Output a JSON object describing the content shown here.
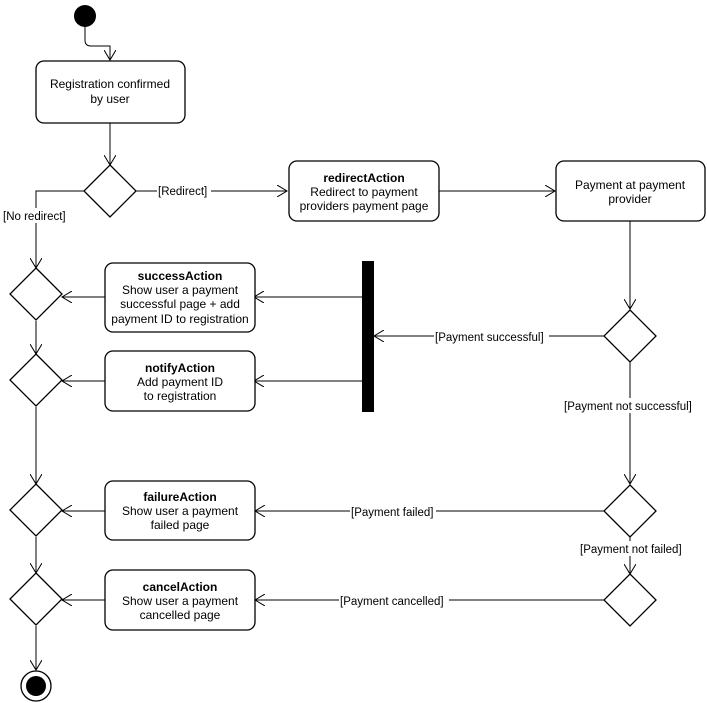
{
  "nodes": {
    "registration": {
      "lines": [
        "Registration confirmed",
        "by user"
      ]
    },
    "redirect": {
      "title": "redirectAction",
      "lines": [
        "Redirect to payment",
        "providers payment page"
      ]
    },
    "provider": {
      "lines": [
        "Payment at payment",
        "provider"
      ]
    },
    "success": {
      "title": "successAction",
      "lines": [
        "Show user a payment",
        "successful page + add",
        "payment ID to registration"
      ]
    },
    "notify": {
      "title": "notifyAction",
      "lines": [
        "Add payment ID",
        "to registration"
      ]
    },
    "failure": {
      "title": "failureAction",
      "lines": [
        "Show user a payment",
        "failed page"
      ]
    },
    "cancel": {
      "title": "cancelAction",
      "lines": [
        "Show user a payment",
        "cancelled page"
      ]
    }
  },
  "guards": {
    "redirect": "[Redirect]",
    "no_redirect": "[No redirect]",
    "payment_successful": "[Payment successful]",
    "payment_not_successful": "[Payment not successful]",
    "payment_failed": "[Payment failed]",
    "payment_not_failed": "[Payment not failed]",
    "payment_cancelled": "[Payment cancelled]"
  }
}
